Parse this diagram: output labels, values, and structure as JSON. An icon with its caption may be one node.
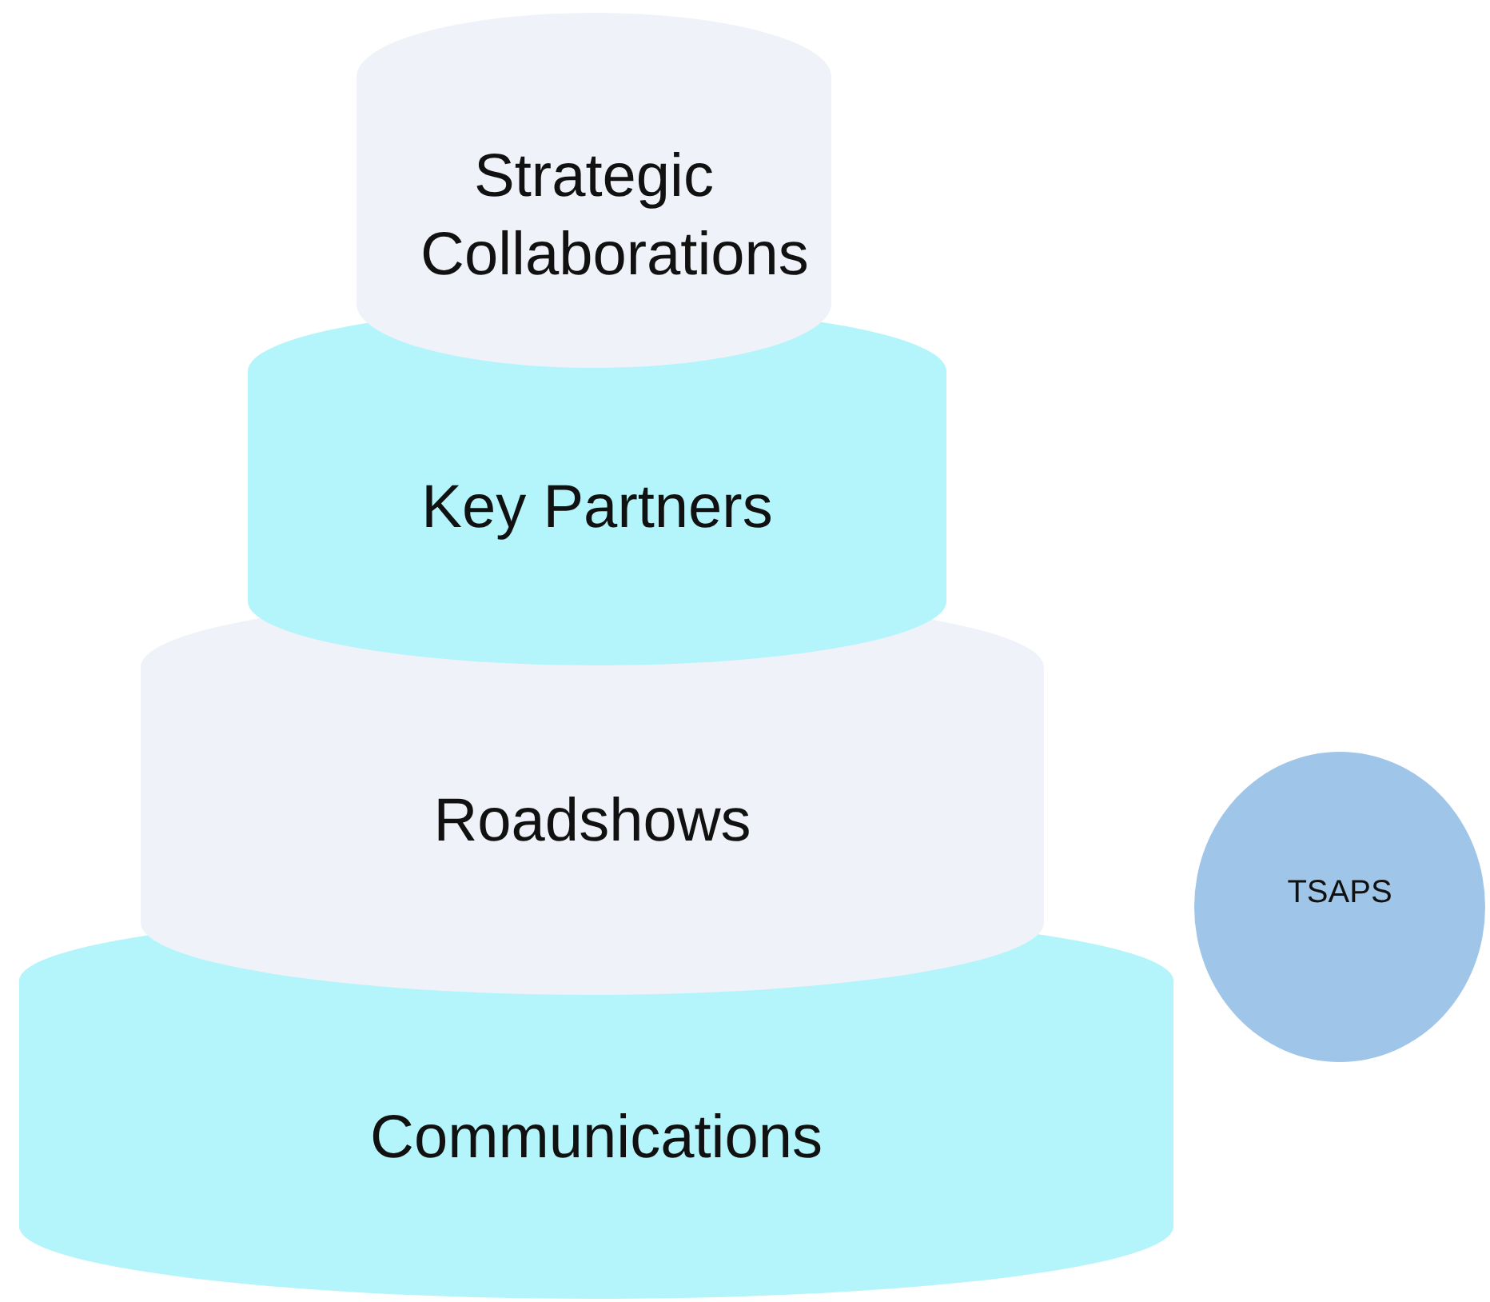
{
  "diagram": {
    "nodes": [
      {
        "text": [
          "Strategic Collaborations"
        ]
      },
      {
        "text": [
          "Key Partners"
        ]
      },
      {
        "text": [
          "Roadshows"
        ]
      },
      {
        "text": [
          "Communications"
        ]
      },
      {
        "text": [
          "TSAPS"
        ]
      }
    ]
  }
}
